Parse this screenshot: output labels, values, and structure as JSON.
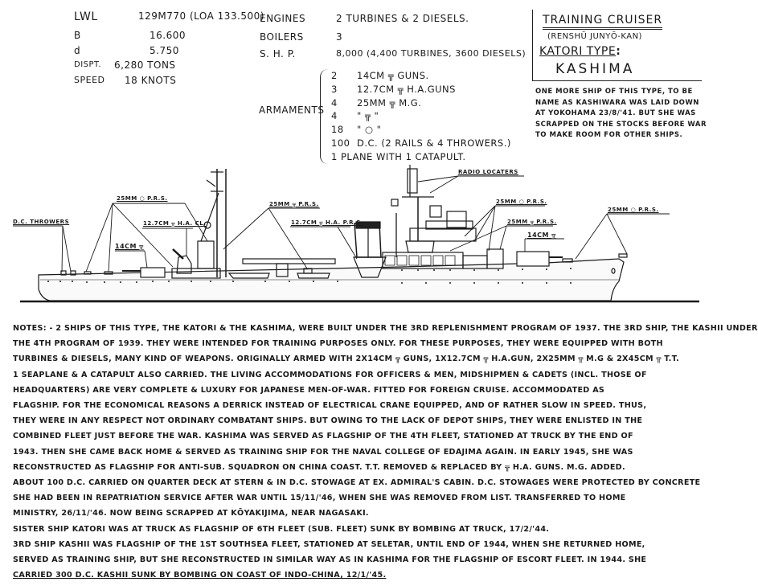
{
  "specs": {
    "left": [
      {
        "label": "LWL",
        "value": "129M770 (LOA 133.500)"
      },
      {
        "label": "B",
        "value": "16.600"
      },
      {
        "label": "d",
        "value": "5.750"
      },
      {
        "label": "DISPT.",
        "value": "6,280 TONS"
      },
      {
        "label": "SPEED",
        "value": "18 KNOTS"
      }
    ],
    "right": [
      {
        "label": "ENGINES",
        "value": "2 TURBINES & 2 DIESELS."
      },
      {
        "label": "BOILERS",
        "value": "3"
      },
      {
        "label": "S. H. P.",
        "value": "8,000 (4,400 TURBINES, 3600 DIESELS)"
      }
    ]
  },
  "armaments": {
    "label": "ARMAMENTS",
    "items": [
      {
        "qty": "2",
        "desc": "14cm ╦ GUNS."
      },
      {
        "qty": "3",
        "desc": "12.7cm ╦ H.A.GUNS"
      },
      {
        "qty": "4",
        "desc": "25mm ╦ M.G."
      },
      {
        "qty": "4",
        "desc": "\"  ╦  \""
      },
      {
        "qty": "18",
        "desc": "\"  ○  \""
      },
      {
        "qty": "100",
        "desc": "D.C. (2 RAILS & 4 THROWERS.)"
      },
      {
        "qty": "1",
        "desc": "PLANE WITH 1 CATAPULT."
      }
    ]
  },
  "title": {
    "main": "TRAINING CRUISER",
    "sub": "(RENSHŪ JUNYŌ-KAN)",
    "type": "KATORI TYPE",
    "type_suffix": ":",
    "name": "KASHIMA"
  },
  "side_note": "ONE MORE SHIP OF THIS TYPE, TO BE NAME AS KASHIWARA WAS LAID DOWN AT YOKOHAMA 23/8/'41. BUT SHE WAS SCRAPPED ON THE STOCKS BEFORE WAR TO MAKE ROOM FOR OTHER SHIPS.",
  "diagram_labels": {
    "dc_throwers": "D.C. THROWERS",
    "mg_25_single_a": "25mm ○ P.R.S.",
    "ha_127_cl": "12.7cm ╦ H.A. CL.",
    "gun_14_aft": "14cm ╦",
    "mg_25_twin": "25mm ╦ P.R.S.",
    "ha_127_prs": "12.7cm ╦ H.A. P.R.S.",
    "radio_locaters": "RADIO LOCATERS",
    "mg_25_single_b": "25mm ○ P.R.S.",
    "mg_25_twin_b": "25mm ╦ P.R.S.",
    "gun_14_fwd": "14cm ╦",
    "mg_25_single_bow": "25mm ○ P.R.S."
  },
  "notes": {
    "lines": [
      "NOTES: - 2 SHIPS OF THIS TYPE, THE KATORI & THE KASHIMA, WERE BUILT UNDER THE 3RD REPLENISHMENT PROGRAM OF 1937.     THE 3RD SHIP, THE KASHII UNDER",
      "THE 4TH PROGRAM OF 1939.   THEY WERE INTENDED FOR TRAINING PURPOSES ONLY.   FOR THESE PURPOSES, THEY WERE EQUIPPED WITH BOTH",
      "TURBINES & DIESELS, MANY KIND OF WEAPONS.   ORIGINALLY ARMED WITH 2x14cm ╦ GUNS, 1x12.7cm ╦ H.A.GUN, 2x25mm ╦ M.G & 2x45cm ╦ T.T.",
      "1 SEAPLANE & A CATAPULT ALSO CARRIED.   THE LIVING ACCOMMODATIONS FOR OFFICERS & MEN, MIDSHIPMEN & CADETS (INCL. THOSE OF",
      "HEADQUARTERS) ARE VERY COMPLETE & LUXURY FOR JAPANESE MEN-OF-WAR.   FITTED FOR FOREIGN CRUISE.   ACCOMMODATED AS",
      "FLAGSHIP.   FOR THE ECONOMICAL REASONS A DERRICK INSTEAD OF ELECTRICAL CRANE EQUIPPED, AND OF RATHER SLOW IN SPEED.   THUS,",
      "THEY WERE IN ANY RESPECT NOT ORDINARY COMBATANT SHIPS.   BUT OWING TO THE LACK OF DEPOT SHIPS, THEY WERE ENLISTED IN THE",
      "COMBINED FLEET JUST BEFORE THE WAR.   KASHIMA WAS SERVED AS FLAGSHIP OF THE 4TH FLEET, STATIONED AT TRUCK BY THE END OF",
      "1943.   THEN SHE CAME BACK HOME & SERVED AS TRAINING SHIP FOR THE NAVAL COLLEGE OF EDAJIMA AGAIN.   IN EARLY 1945, SHE WAS",
      "RECONSTRUCTED AS FLAGSHIP FOR ANTI-SUB. SQUADRON ON CHINA COAST.   T.T. REMOVED & REPLACED BY ╦ H.A. GUNS.   M.G. ADDED.",
      "ABOUT 100 D.C. CARRIED ON QUARTER DECK AT STERN & IN D.C. STOWAGE AT EX. ADMIRAL'S CABIN.   D.C. STOWAGES WERE PROTECTED BY CONCRETE",
      "SHE HAD BEEN IN REPATRIATION SERVICE AFTER WAR UNTIL 15/11/'46, WHEN SHE WAS REMOVED FROM LIST.   TRANSFERRED TO HOME",
      "MINISTRY, 26/11/'46.   NOW BEING SCRAPPED AT KŌYAKIJIMA, NEAR NAGASAKI.",
      "SISTER SHIP KATORI WAS AT TRUCK AS FLAGSHIP OF 6TH FLEET (SUB. FLEET)   SUNK BY BOMBING AT TRUCK, 17/2/'44.",
      "3RD SHIP KASHII WAS FLAGSHIP OF THE 1ST SOUTHSEA FLEET, STATIONED AT SELETAR, UNTIL END OF 1944, WHEN SHE RETURNED HOME,",
      "SERVED AS TRAINING SHIP, BUT SHE RECONSTRUCTED IN SIMILAR WAY AS IN KASHIMA FOR THE FLAGSHIP OF ESCORT FLEET. IN 1944. SHE",
      "CARRIED 300 D.C.   KASHII SUNK BY BOMBING ON COAST OF INDO-CHINA, 12/1/'45."
    ]
  }
}
